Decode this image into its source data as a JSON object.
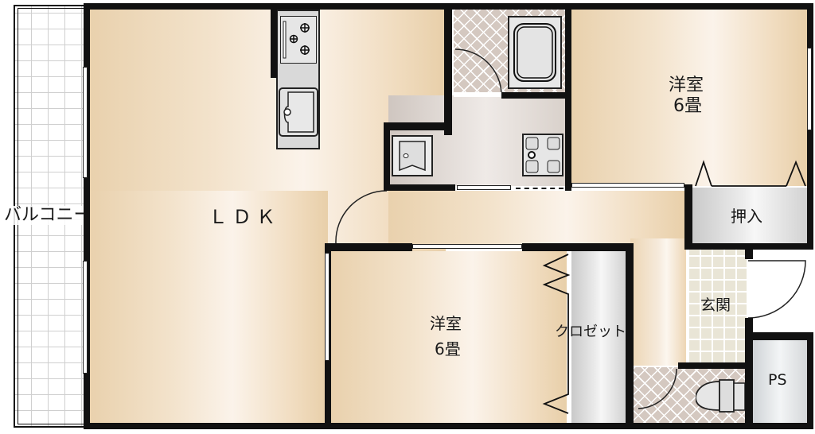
{
  "floorplan": {
    "rooms": {
      "balcony": {
        "label": "バルコニー"
      },
      "ldk": {
        "label": "ＬＤＫ"
      },
      "bedroom_north": {
        "label": "洋室",
        "size": "6畳"
      },
      "bedroom_south": {
        "label": "洋室",
        "size": "6畳"
      },
      "oshiire": {
        "label": "押入"
      },
      "closet": {
        "label": "クロゼット"
      },
      "genkan": {
        "label": "玄関"
      },
      "pipe_space": {
        "label": "PS"
      }
    },
    "fixtures": [
      "kitchen-stove",
      "kitchen-sink",
      "washbasin",
      "washing-machine-pan",
      "bathtub",
      "toilet"
    ],
    "colors": {
      "wall": "#111111",
      "wood_floor_light": "#fbf3ea",
      "wood_floor_dark": "#e9d1ad",
      "storage_gray": "#d0d0d0",
      "bath_tile": "#d4c8c0",
      "genkan_tile": "#e9e5d6"
    }
  }
}
